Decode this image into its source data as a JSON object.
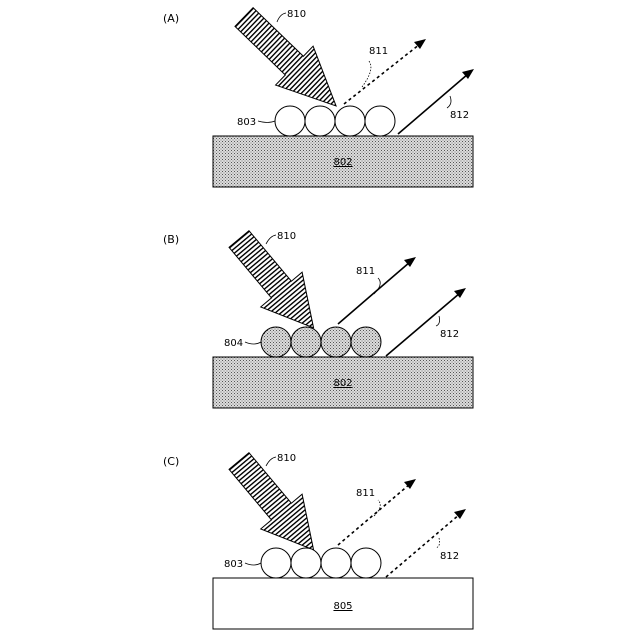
{
  "panels": [
    {
      "label": "(A)",
      "beam_label": "810",
      "ray1_label": "811",
      "ray1_style": "dashed",
      "ray2_label": "812",
      "ray2_style": "solid",
      "particle_label": "803",
      "particle_fill": "#ffffff",
      "substrate_label": "802",
      "substrate_fill": "hatched"
    },
    {
      "label": "(B)",
      "beam_label": "810",
      "ray1_label": "811",
      "ray1_style": "solid",
      "ray2_label": "812",
      "ray2_style": "solid",
      "particle_label": "804",
      "particle_fill": "hatched",
      "substrate_label": "802",
      "substrate_fill": "hatched"
    },
    {
      "label": "(C)",
      "beam_label": "810",
      "ray1_label": "811",
      "ray1_style": "dashed",
      "ray2_label": "812",
      "ray2_style": "dashed",
      "particle_label": "803",
      "particle_fill": "#ffffff",
      "substrate_label": "805",
      "substrate_fill": "#ffffff"
    }
  ]
}
